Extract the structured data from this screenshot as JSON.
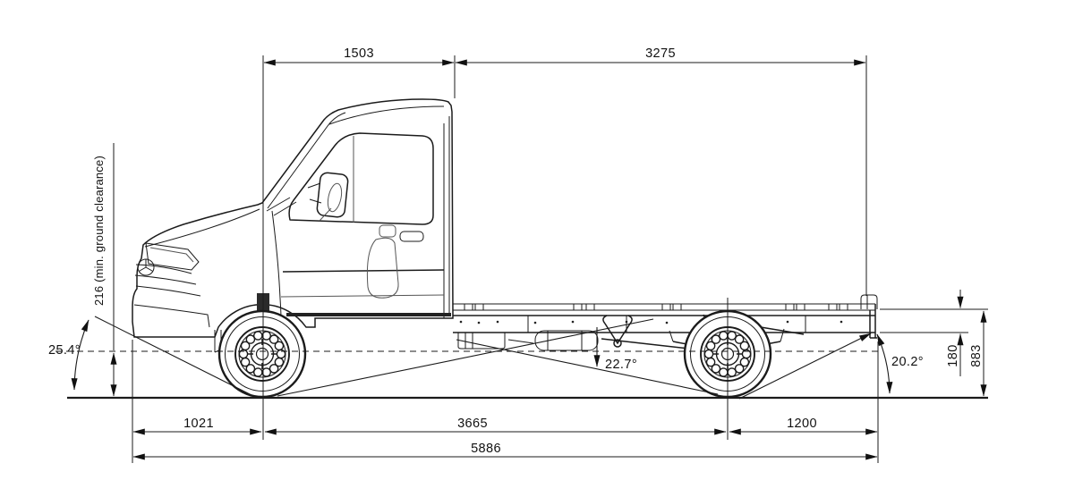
{
  "diagram": {
    "kind": "vehicle-technical-drawing-side-view",
    "colors": {
      "line": "#1b1b1b",
      "background": "#ffffff"
    },
    "dims": {
      "d1503": "1503",
      "d3275": "3275",
      "d1021": "1021",
      "d3665": "3665",
      "d1200": "1200",
      "d5886": "5886",
      "d216": "216  (min. ground clearance)",
      "d180": "180",
      "d883": "883",
      "approach_angle": "25.4°",
      "breakover_angle": "22.7°",
      "departure_angle": "20.2°"
    }
  }
}
